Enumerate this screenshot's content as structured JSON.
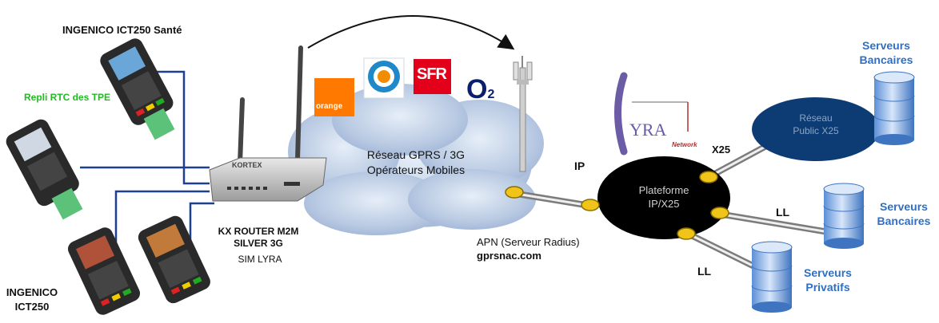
{
  "labels": {
    "ingenico_sante": "INGENICO ICT250 Santé",
    "repli_rtc": "Repli RTC des TPE",
    "ingenico_ict250_line1": "INGENICO",
    "ingenico_ict250_line2": "ICT250",
    "router_line1": "KX ROUTER M2M",
    "router_line2": "SILVER 3G",
    "router_sim": "SIM LYRA",
    "router_brand": "KORTEX",
    "cloud_line1": "Réseau GPRS / 3G",
    "cloud_line2": "Opérateurs Mobiles",
    "ip_label": "IP",
    "apn_line1": "APN (Serveur Radius)",
    "apn_line2": "gprsnac.com",
    "platform_line1": "Plateforme",
    "platform_line2": "IP/X25",
    "x25_label": "X25",
    "reseau_line1": "Réseau",
    "reseau_line2": "Public X25",
    "ll_label_1": "LL",
    "ll_label_2": "LL",
    "serveurs_bancaires_top_line1": "Serveurs",
    "serveurs_bancaires_top_line2": "Bancaires",
    "serveurs_bancaires_mid_line1": "Serveurs",
    "serveurs_bancaires_mid_line2": "Bancaires",
    "serveurs_privatifs_line1": "Serveurs",
    "serveurs_privatifs_line2": "Privatifs"
  },
  "logos": {
    "orange": "orange",
    "sfr": "SFR",
    "o2": "O",
    "o2_sub": "2",
    "lyra": "YRA",
    "lyra_sub": "Network"
  },
  "colors": {
    "line_blue": "#1f3f8f",
    "server_blue": "#2f6fc4",
    "navy_ellipse": "#0d3b73",
    "orange": "#ff7900",
    "sfr_red": "#e2001a",
    "o2_blue": "#0a1f6e",
    "green_text": "#22bb22"
  }
}
